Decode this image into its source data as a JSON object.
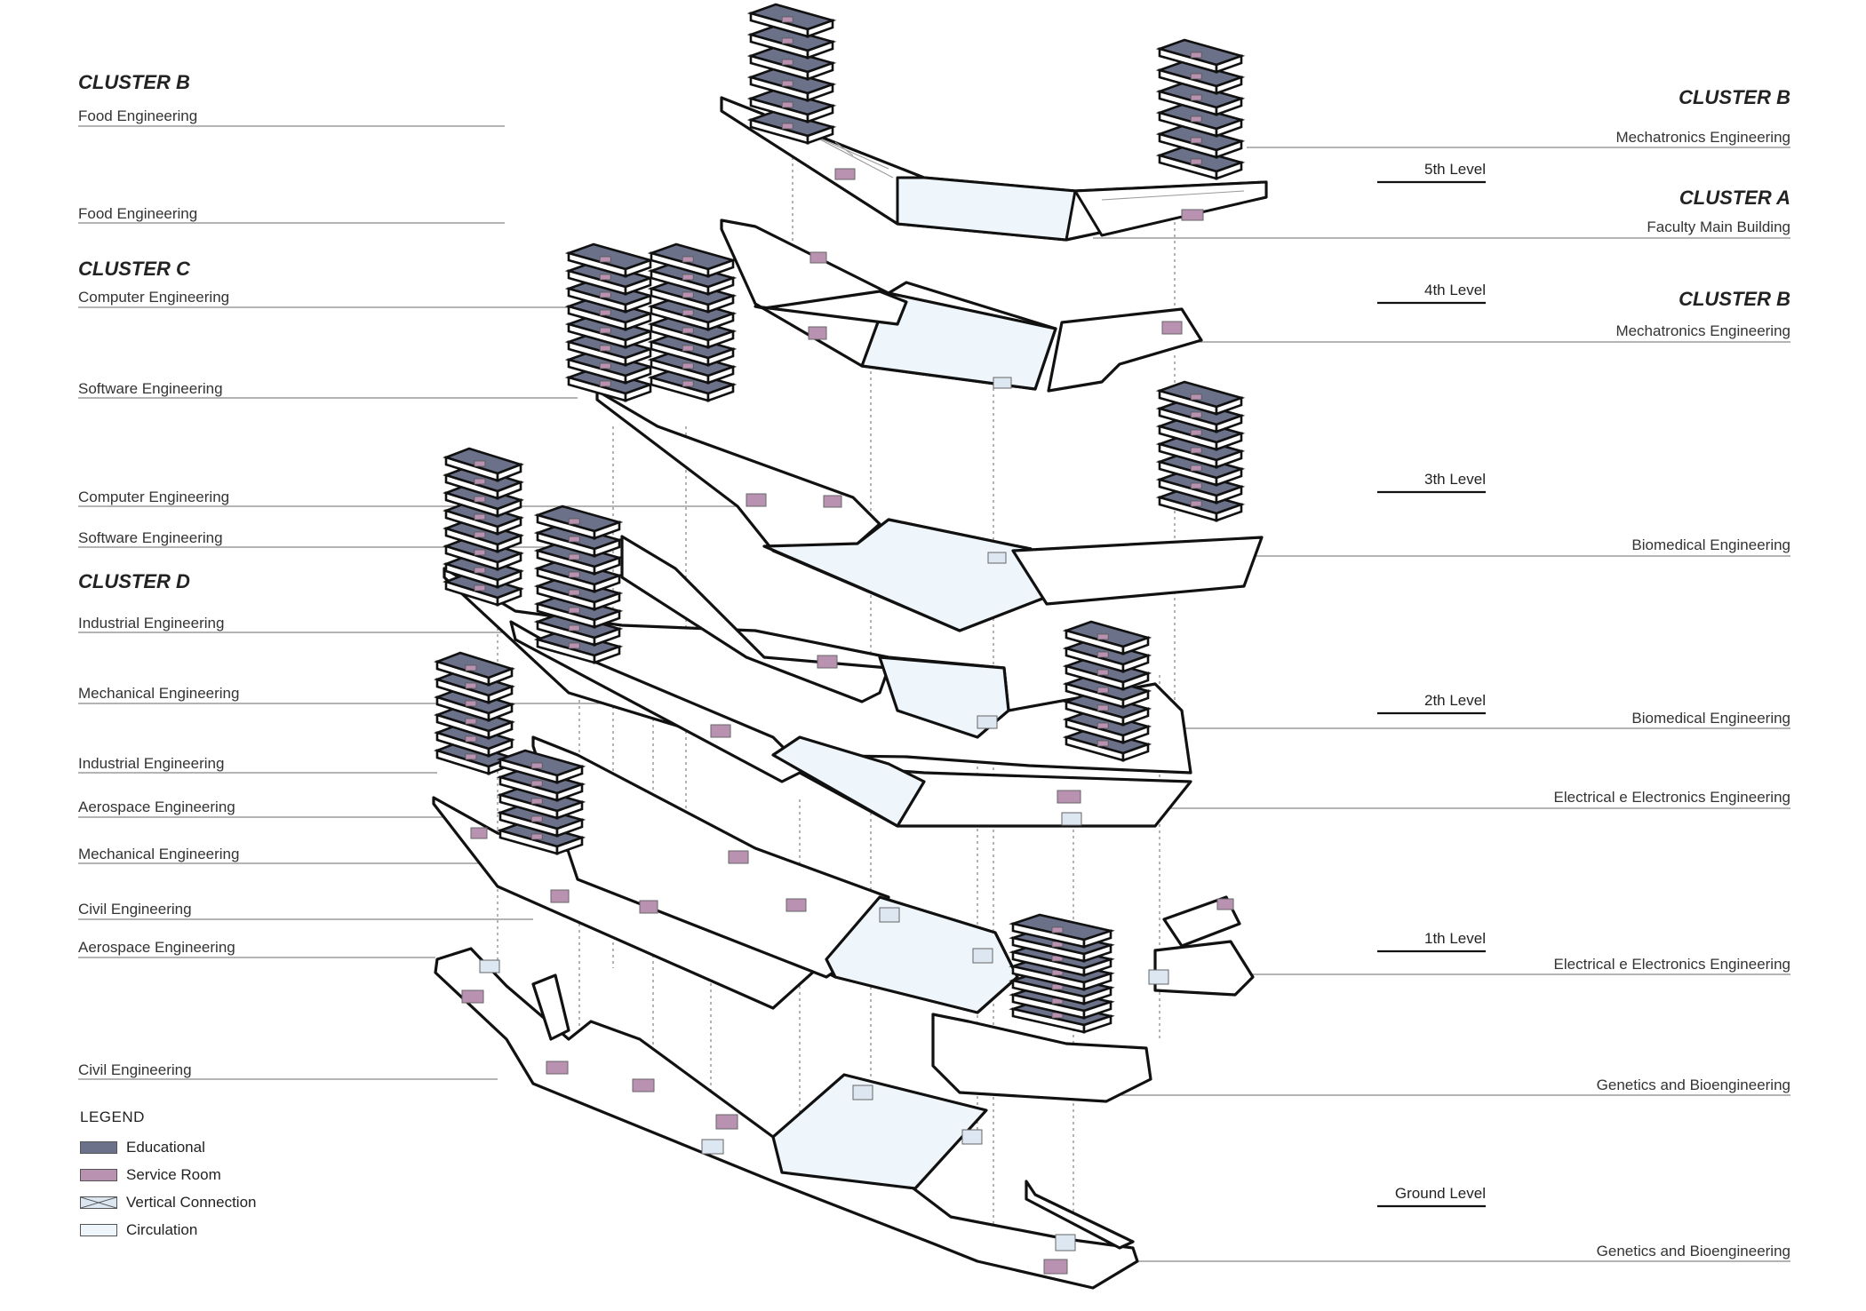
{
  "left_labels": [
    {
      "id": "l-food-1",
      "text": "Food Engineering"
    },
    {
      "id": "l-food-2",
      "text": "Food Engineering"
    },
    {
      "id": "l-comp-1",
      "text": "Computer Engineering"
    },
    {
      "id": "l-soft-1",
      "text": "Software Engineering"
    },
    {
      "id": "l-comp-2",
      "text": "Computer Engineering"
    },
    {
      "id": "l-soft-2",
      "text": "Software Engineering"
    },
    {
      "id": "l-ind-1",
      "text": "Industrial Engineering"
    },
    {
      "id": "l-mech-1",
      "text": "Mechanical Engineering"
    },
    {
      "id": "l-ind-2",
      "text": "Industrial Engineering"
    },
    {
      "id": "l-aero-1",
      "text": "Aerospace Engineering"
    },
    {
      "id": "l-mech-2",
      "text": "Mechanical Engineering"
    },
    {
      "id": "l-civil-1",
      "text": "Civil Engineering"
    },
    {
      "id": "l-aero-2",
      "text": "Aerospace Engineering"
    },
    {
      "id": "l-civil-2",
      "text": "Civil Engineering"
    }
  ],
  "right_labels": [
    {
      "id": "r-mecha-1",
      "text": "Mechatronics Engineering"
    },
    {
      "id": "r-faculty",
      "text": "Faculty Main Building"
    },
    {
      "id": "r-mecha-2",
      "text": "Mechatronics Engineering"
    },
    {
      "id": "r-bio-1",
      "text": "Biomedical Engineering"
    },
    {
      "id": "r-bio-2",
      "text": "Biomedical Engineering"
    },
    {
      "id": "r-elec-1",
      "text": "Electrical e Electronics Engineering"
    },
    {
      "id": "r-elec-2",
      "text": "Electrical e Electronics Engineering"
    },
    {
      "id": "r-gen-1",
      "text": "Genetics  and Bioengineering"
    },
    {
      "id": "r-gen-2",
      "text": "Genetics  and Bioengineering"
    }
  ],
  "clusters": {
    "left_b": "CLUSTER B",
    "left_c": "CLUSTER C",
    "left_d": "CLUSTER D",
    "right_b1": "CLUSTER B",
    "right_a": "CLUSTER A",
    "right_b2": "CLUSTER B"
  },
  "levels": {
    "l5": "5th Level",
    "l4": "4th Level",
    "l3": "3th Level",
    "l2": "2th Level",
    "l1": "1th Level",
    "l0": "Ground Level"
  },
  "legend": {
    "title": "LEGEND",
    "items": [
      {
        "label": "Educational",
        "color": "#6b7189"
      },
      {
        "label": "Service Room",
        "color": "#b991b1"
      },
      {
        "label": "Vertical Connection",
        "color": "#dce7f2"
      },
      {
        "label": "Circulation",
        "color": "#eef6fb"
      }
    ]
  }
}
